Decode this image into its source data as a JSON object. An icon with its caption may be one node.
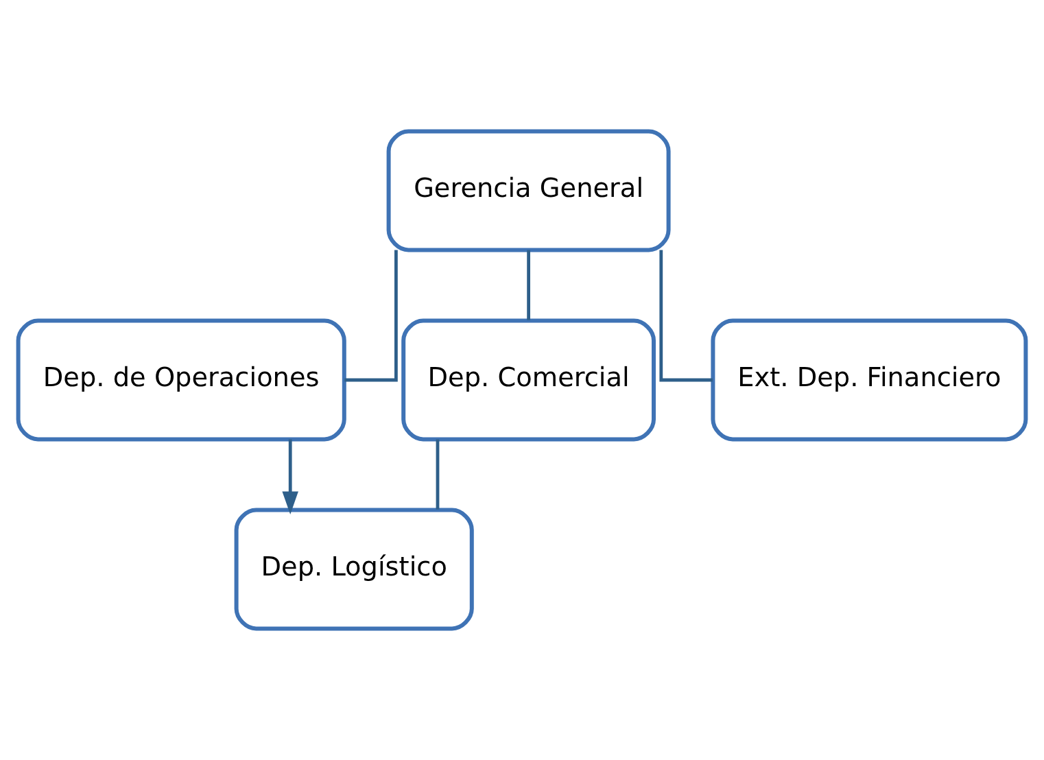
{
  "diagram": {
    "nodes": [
      {
        "text": [
          "Gerencia General"
        ]
      },
      {
        "text": [
          "Dep. de Operaciones"
        ]
      },
      {
        "text": [
          "Dep. Comercial"
        ]
      },
      {
        "text": [
          "Ext. Dep. Financiero"
        ]
      },
      {
        "text": [
          "Dep. Logístico"
        ]
      }
    ],
    "edges": [
      {
        "from": 0,
        "to": 1,
        "arrow": "none"
      },
      {
        "from": 0,
        "to": 2,
        "arrow": "none"
      },
      {
        "from": 0,
        "to": 3,
        "arrow": "none"
      },
      {
        "from": 2,
        "to": 4,
        "arrow": "none"
      },
      {
        "from": 1,
        "to": 4,
        "arrow": "to"
      }
    ]
  }
}
